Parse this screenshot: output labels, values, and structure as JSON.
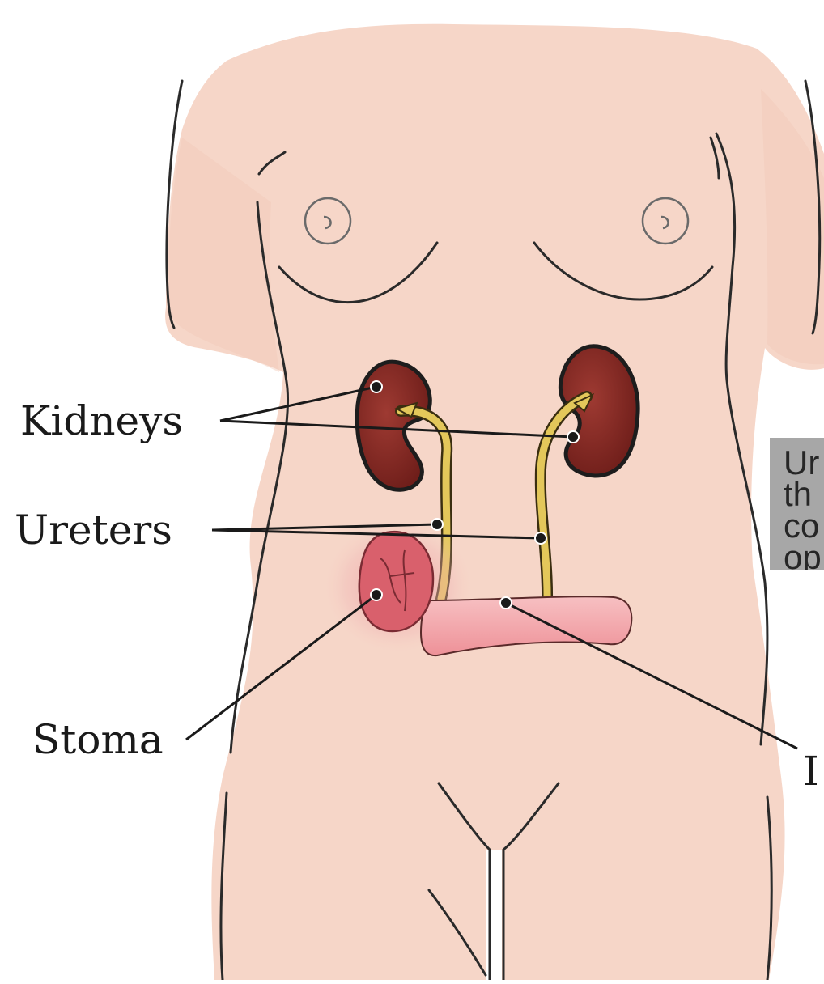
{
  "labels": {
    "kidneys": "Kidneys",
    "ureters": "Ureters",
    "stoma": "Stoma",
    "ileum_partial": "I"
  },
  "callout": {
    "lines": [
      "Ur",
      "th",
      "co",
      "op"
    ]
  },
  "colors": {
    "skin": "#f6d6c8",
    "skin_shadow": "#efc4b1",
    "kidney": "#8a2a24",
    "ureter": "#e3c75a",
    "stoma": "#d9606c",
    "ileal_conduit": "#f2a6ab",
    "callout_bg": "#a7a7a7"
  }
}
